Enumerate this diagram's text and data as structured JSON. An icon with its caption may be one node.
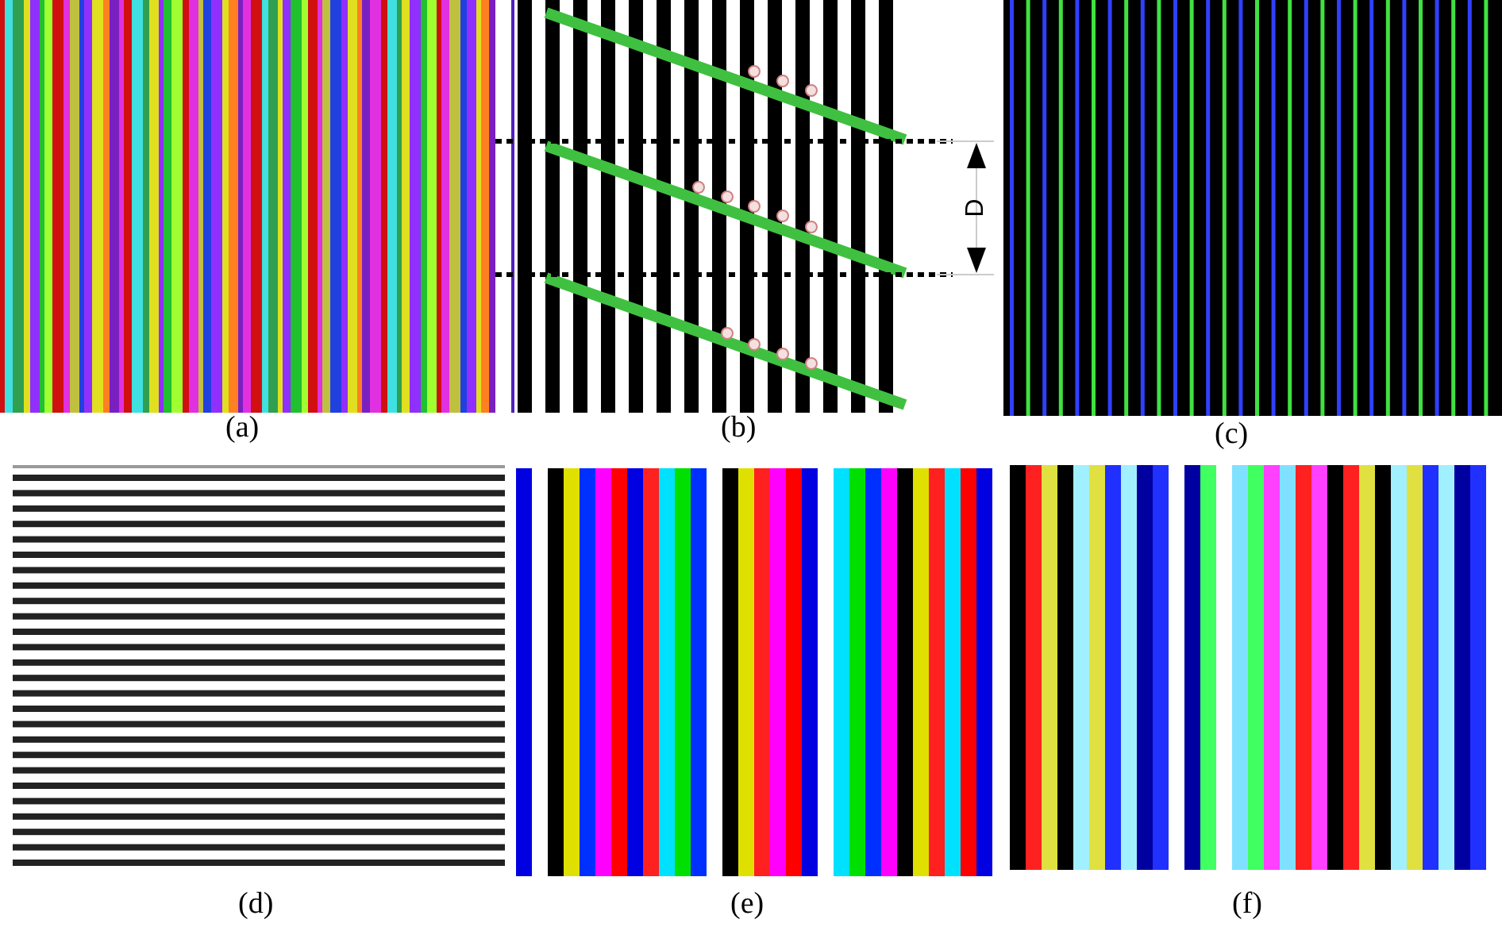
{
  "diagram": {
    "labels": [
      "D",
      "(a)",
      "(b)",
      "(c)",
      "(d)",
      "(e)",
      "(f)"
    ]
  }
}
